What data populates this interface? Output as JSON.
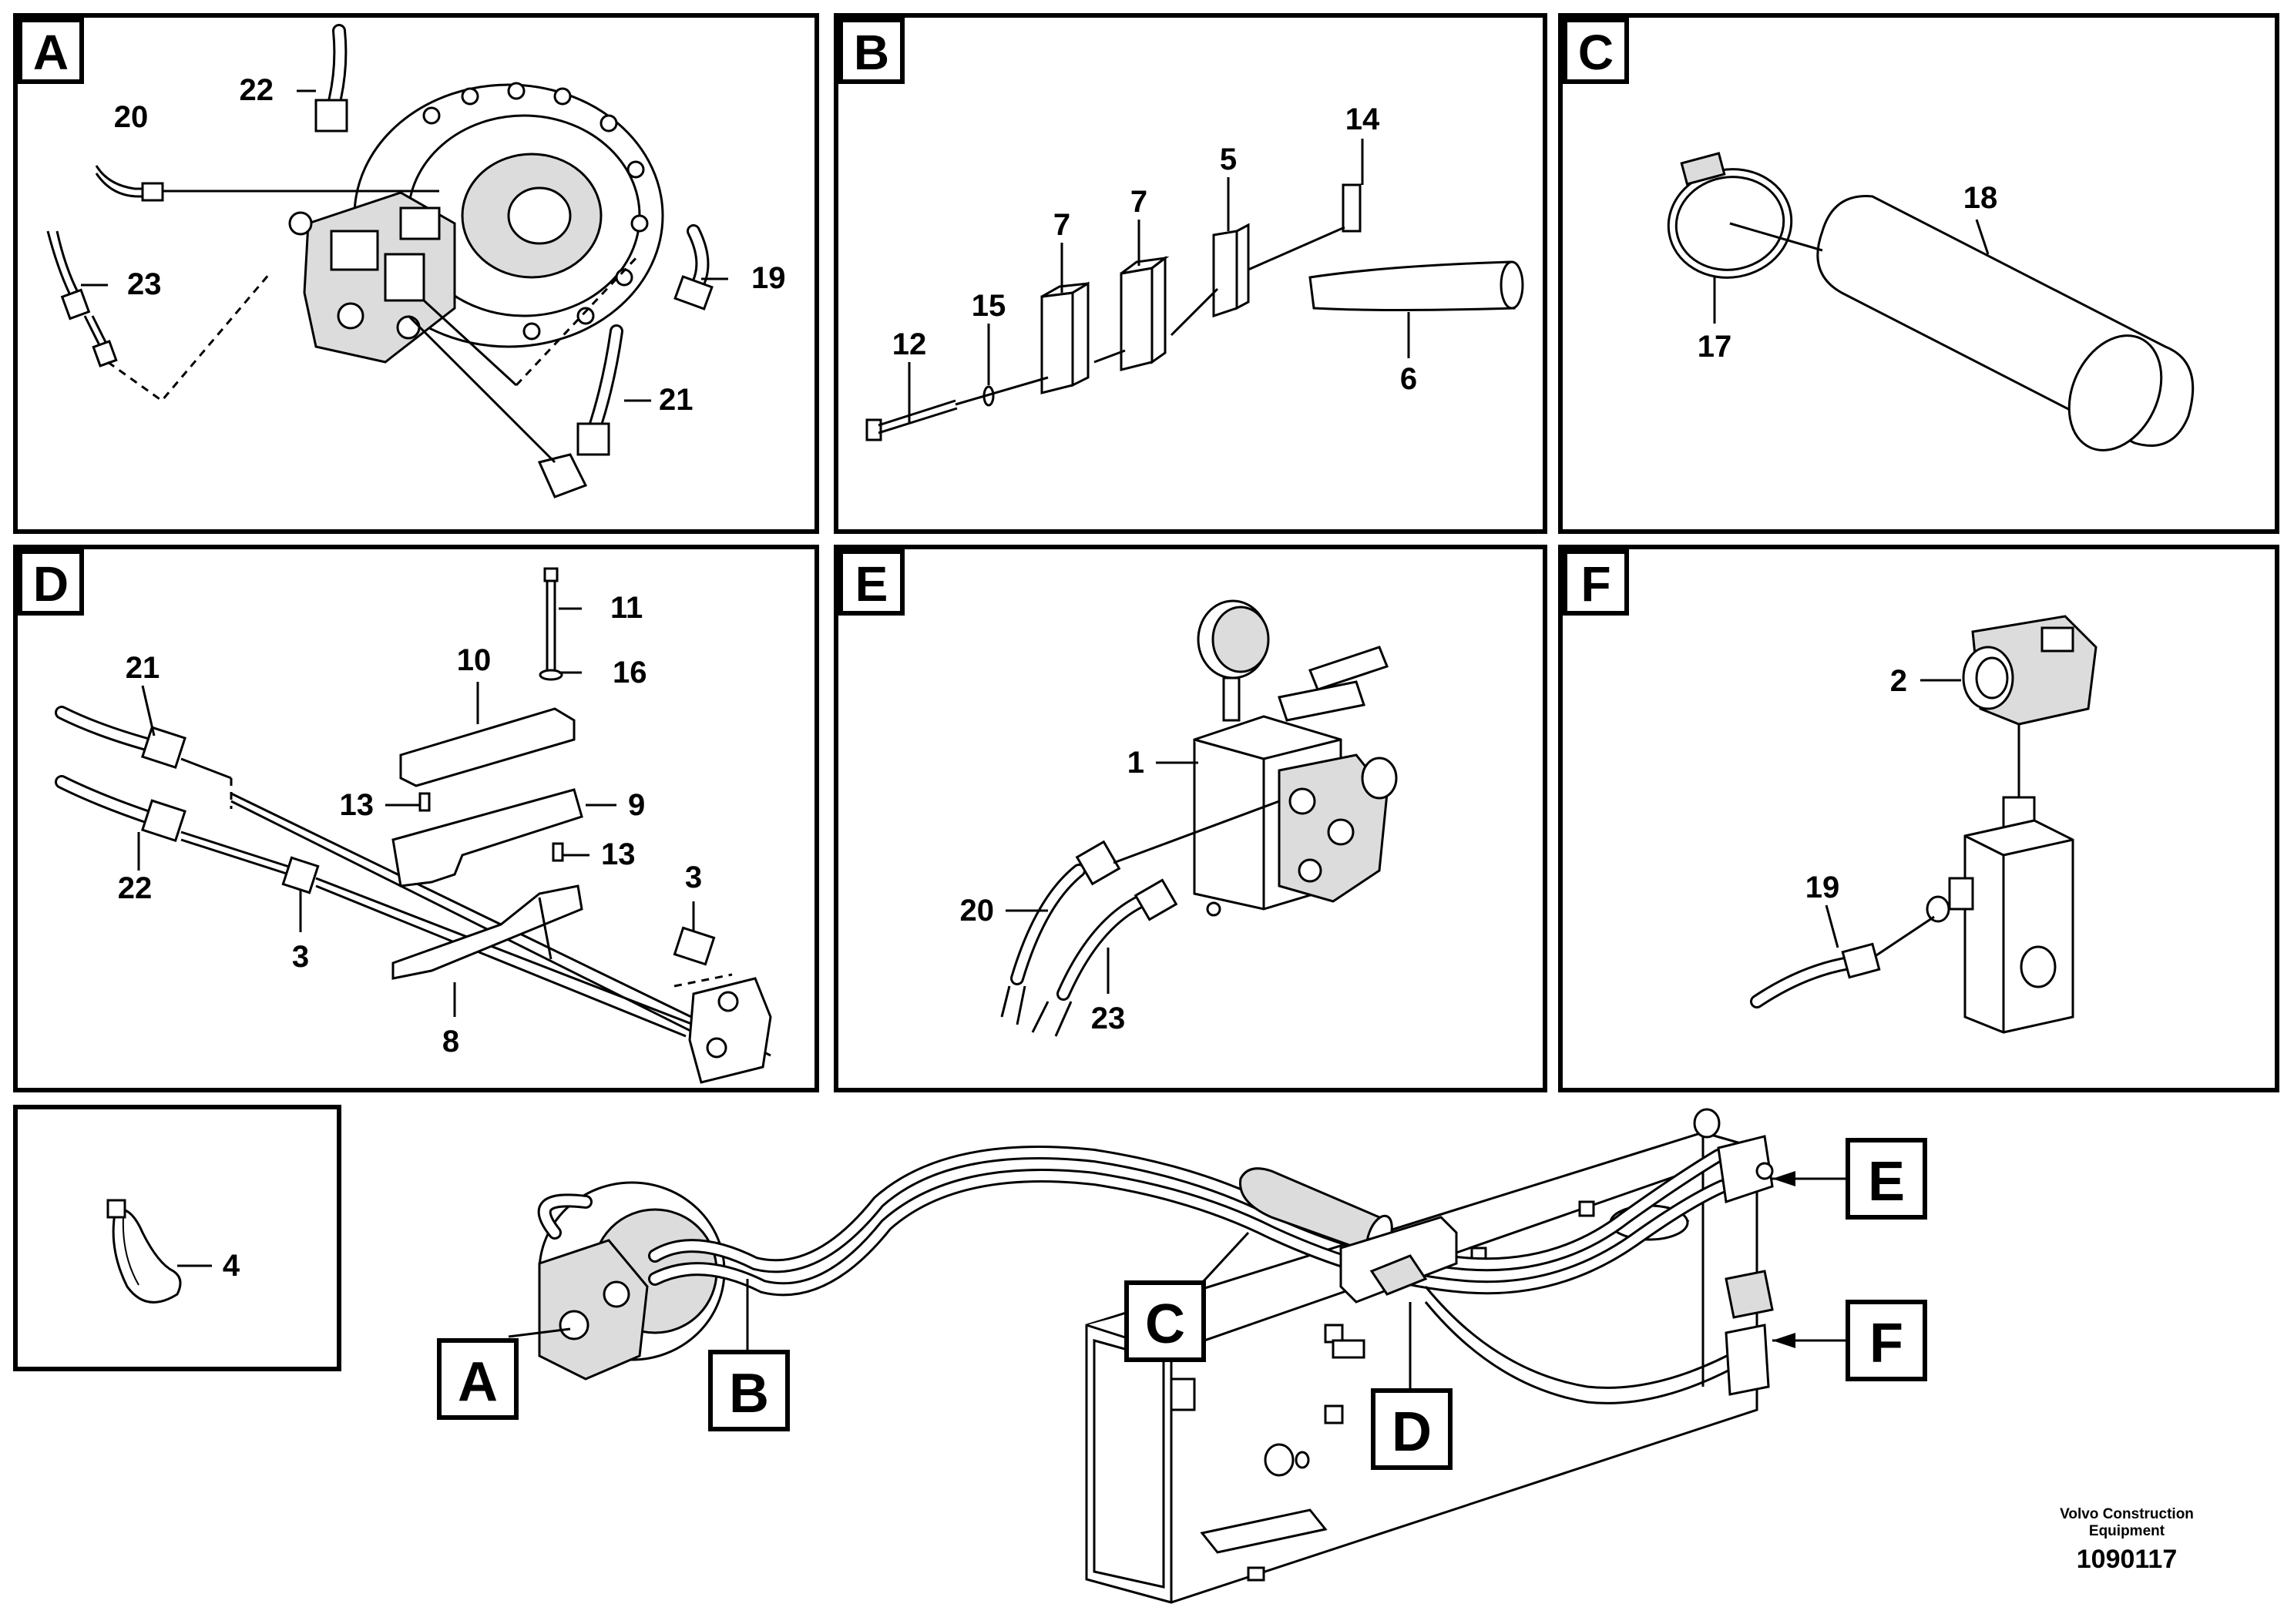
{
  "panels": {
    "A": {
      "letter": "A",
      "labels": [
        "22",
        "20",
        "23",
        "19",
        "21"
      ]
    },
    "B": {
      "letter": "B",
      "labels": [
        "14",
        "5",
        "7",
        "7",
        "15",
        "12",
        "6"
      ]
    },
    "C": {
      "letter": "C",
      "labels": [
        "18",
        "17"
      ]
    },
    "D": {
      "letter": "D",
      "labels": [
        "11",
        "16",
        "10",
        "21",
        "13",
        "9",
        "13",
        "22",
        "3",
        "3",
        "8"
      ]
    },
    "E": {
      "letter": "E",
      "labels": [
        "1",
        "20",
        "23"
      ]
    },
    "F": {
      "letter": "F",
      "labels": [
        "2",
        "19"
      ]
    },
    "G": {
      "labels": [
        "4"
      ]
    }
  },
  "overview": {
    "callouts": [
      "A",
      "B",
      "C",
      "D",
      "E",
      "F"
    ]
  },
  "footer": {
    "company_line1": "Volvo Construction",
    "company_line2": "Equipment",
    "drawing_number": "1090117"
  }
}
